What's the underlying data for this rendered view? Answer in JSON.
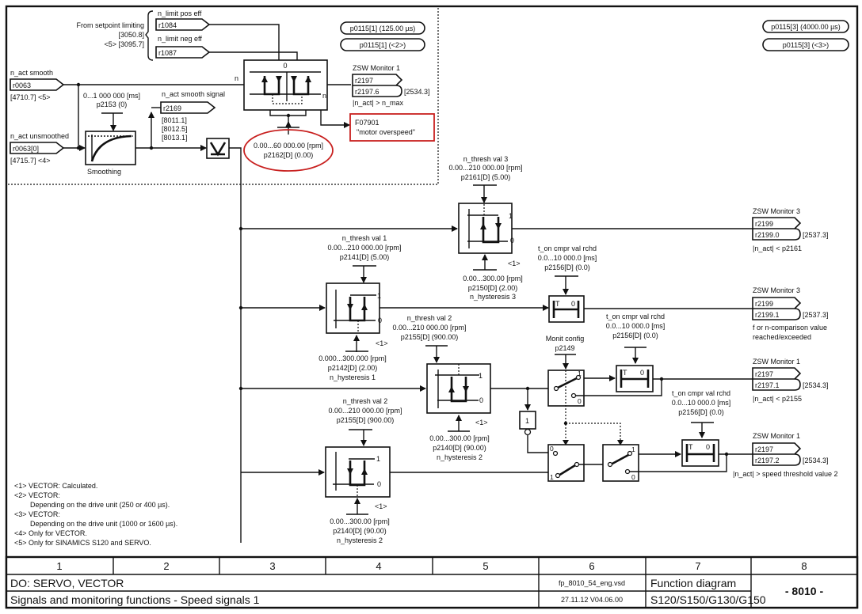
{
  "diagram": {
    "setpoint_source": {
      "label": "From setpoint limiting",
      "ref1": "[3050.8]",
      "ref2": "<5> [3095.7]",
      "pos_label": "n_limit pos eff",
      "pos_param": "r1084",
      "neg_label": "n_limit neg eff",
      "neg_param": "r1087"
    },
    "sampling": {
      "left_1": "p0115[1] (125.00 µs)",
      "left_2": "p0115[1] (<2>)",
      "right_1": "p0115[3] (4000.00 µs)",
      "right_2": "p0115[3] (<3>)"
    },
    "n_act_smooth": {
      "label": "n_act smooth",
      "param": "r0063",
      "ref": "[4710.7] <5>"
    },
    "n_act_unsmoothed": {
      "label": "n_act unsmoothed",
      "param": "r0063[0]",
      "ref": "[4715.7] <4>"
    },
    "smoothing": {
      "range": "0...1 000 000 [ms]",
      "param": "p2153 (0)",
      "label": "Smoothing"
    },
    "smooth_signal": {
      "label": "n_act smooth signal",
      "param": "r2169",
      "refs": [
        "[8011.1]",
        "[8012.5]",
        "[8013.1]"
      ]
    },
    "n_max_block": {
      "n_in": "n",
      "zero": "0",
      "n_out": "n"
    },
    "overspeed": {
      "range": "0.00...60 000.00 [rpm]",
      "param": "p2162[D] (0.00)"
    },
    "fault": {
      "code": "F07901",
      "text": "\"motor overspeed\""
    },
    "outputs": {
      "zsw1_a": {
        "title": "ZSW Monitor 1",
        "word": "r2197",
        "bit": "r2197.6",
        "ref": "[2534.3]",
        "desc": "|n_act| > n_max"
      },
      "zsw3_a": {
        "title": "ZSW Monitor 3",
        "word": "r2199",
        "bit": "r2199.0",
        "ref": "[2537.3]",
        "desc": "|n_act| < p2161"
      },
      "zsw3_b": {
        "title": "ZSW Monitor 3",
        "word": "r2199",
        "bit": "r2199.1",
        "ref": "[2537.3]",
        "desc1": "f or n-comparison value",
        "desc2": "reached/exceeded"
      },
      "zsw1_b": {
        "title": "ZSW Monitor 1",
        "word": "r2197",
        "bit": "r2197.1",
        "ref": "[2534.3]",
        "desc": "|n_act| < p2155"
      },
      "zsw1_c": {
        "title": "ZSW Monitor 1",
        "word": "r2197",
        "bit": "r2197.2",
        "ref": "[2534.3]",
        "desc": "|n_act| > speed threshold value 2"
      }
    },
    "thresh3": {
      "name": "n_thresh val 3",
      "range": "0.00...210 000.00 [rpm]",
      "param": "p2161[D] (5.00)",
      "hyst_range": "0.00...300.00 [rpm]",
      "hyst_param": "p2150[D] (2.00)",
      "hyst_name": "n_hysteresis 3",
      "note": "<1>"
    },
    "thresh1": {
      "name": "n_thresh val 1",
      "range": "0.00...210 000.00 [rpm]",
      "param": "p2141[D] (5.00)",
      "hyst_range": "0.000...300.000 [rpm]",
      "hyst_param": "p2142[D] (2.00)",
      "hyst_name": "n_hysteresis 1",
      "note": "<1>"
    },
    "thresh2a": {
      "name": "n_thresh val 2",
      "range": "0.00...210 000.00 [rpm]",
      "param": "p2155[D] (900.00)",
      "hyst_range": "0.00...300.00 [rpm]",
      "hyst_param": "p2140[D] (90.00)",
      "hyst_name": "n_hysteresis 2",
      "note": "<1>"
    },
    "thresh2b": {
      "name": "n_thresh val 2",
      "range": "0.00...210 000.00 [rpm]",
      "param": "p2155[D] (900.00)",
      "hyst_range": "0.00...300.00 [rpm]",
      "hyst_param": "p2140[D] (90.00)",
      "hyst_name": "n_hysteresis  2",
      "note": "<1>"
    },
    "timer1": {
      "name": "t_on cmpr val rchd",
      "range": "0.0...10 000.0 [ms]",
      "param": "p2156[D] (0.0)"
    },
    "timer2": {
      "name": "t_on cmpr val rchd",
      "range": "0.0...10 000.0 [ms]",
      "param": "p2156[D] (0.0)"
    },
    "timer3": {
      "name": "t_on cmpr val rchd",
      "range": "0.0...10 000.0 [ms]",
      "param": "p2156[D] (0.0)"
    },
    "timer_glyph": {
      "t": "T",
      "zero": "0"
    },
    "monit_config": {
      "label": "Monit config",
      "param": "p2149"
    },
    "not_gate": "1",
    "hyst_glyph": {
      "one": "1",
      "zero": "0"
    },
    "switch_glyph": {
      "one": "1",
      "zero": "0"
    },
    "footnotes": [
      "<1> VECTOR: Calculated.",
      "<2> VECTOR:",
      "Depending on the drive unit (250 or 400 µs).",
      "<3> VECTOR:",
      "Depending on the drive unit (1000 or 1600 µs).",
      "<4> Only for VECTOR.",
      "<5> Only for SINAMICS S120 and SERVO."
    ]
  },
  "title_block": {
    "columns": [
      "1",
      "2",
      "3",
      "4",
      "5",
      "6",
      "7",
      "8"
    ],
    "do_label": "DO: SERVO, VECTOR",
    "title": "Signals and monitoring functions - Speed signals 1",
    "file": "fp_8010_54_eng.vsd",
    "date_version": "27.11.12  V04.06.00",
    "type": "Function diagram",
    "devices": "S120/S150/G130/G150",
    "page": "- 8010 -"
  },
  "colors": {
    "highlight": "#c8201f",
    "line": "#111111"
  }
}
